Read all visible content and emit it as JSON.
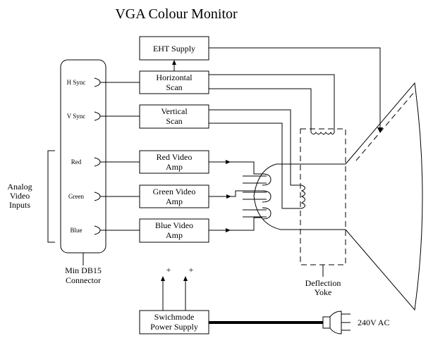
{
  "title": "VGA Colour Monitor",
  "blocks": {
    "eht": [
      "EHT Supply"
    ],
    "hscan": [
      "Horizontal",
      "Scan"
    ],
    "vscan": [
      "Vertical",
      "Scan"
    ],
    "red_amp": [
      "Red Video",
      "Amp"
    ],
    "green_amp": [
      "Green Video",
      "Amp"
    ],
    "blue_amp": [
      "Blue Video",
      "Amp"
    ],
    "psu": [
      "Swichmode",
      "Power Supply"
    ]
  },
  "connector": {
    "pins": [
      "H Sync",
      "V Sync",
      "Red",
      "Green",
      "Blue"
    ],
    "label": [
      "Min DB15",
      "Connector"
    ]
  },
  "inputs_label": [
    "Analog",
    "Video",
    "Inputs"
  ],
  "yoke_label": [
    "Deflection",
    "Yoke"
  ],
  "psu_outputs": [
    "+",
    "+"
  ],
  "mains_label": "240V AC"
}
